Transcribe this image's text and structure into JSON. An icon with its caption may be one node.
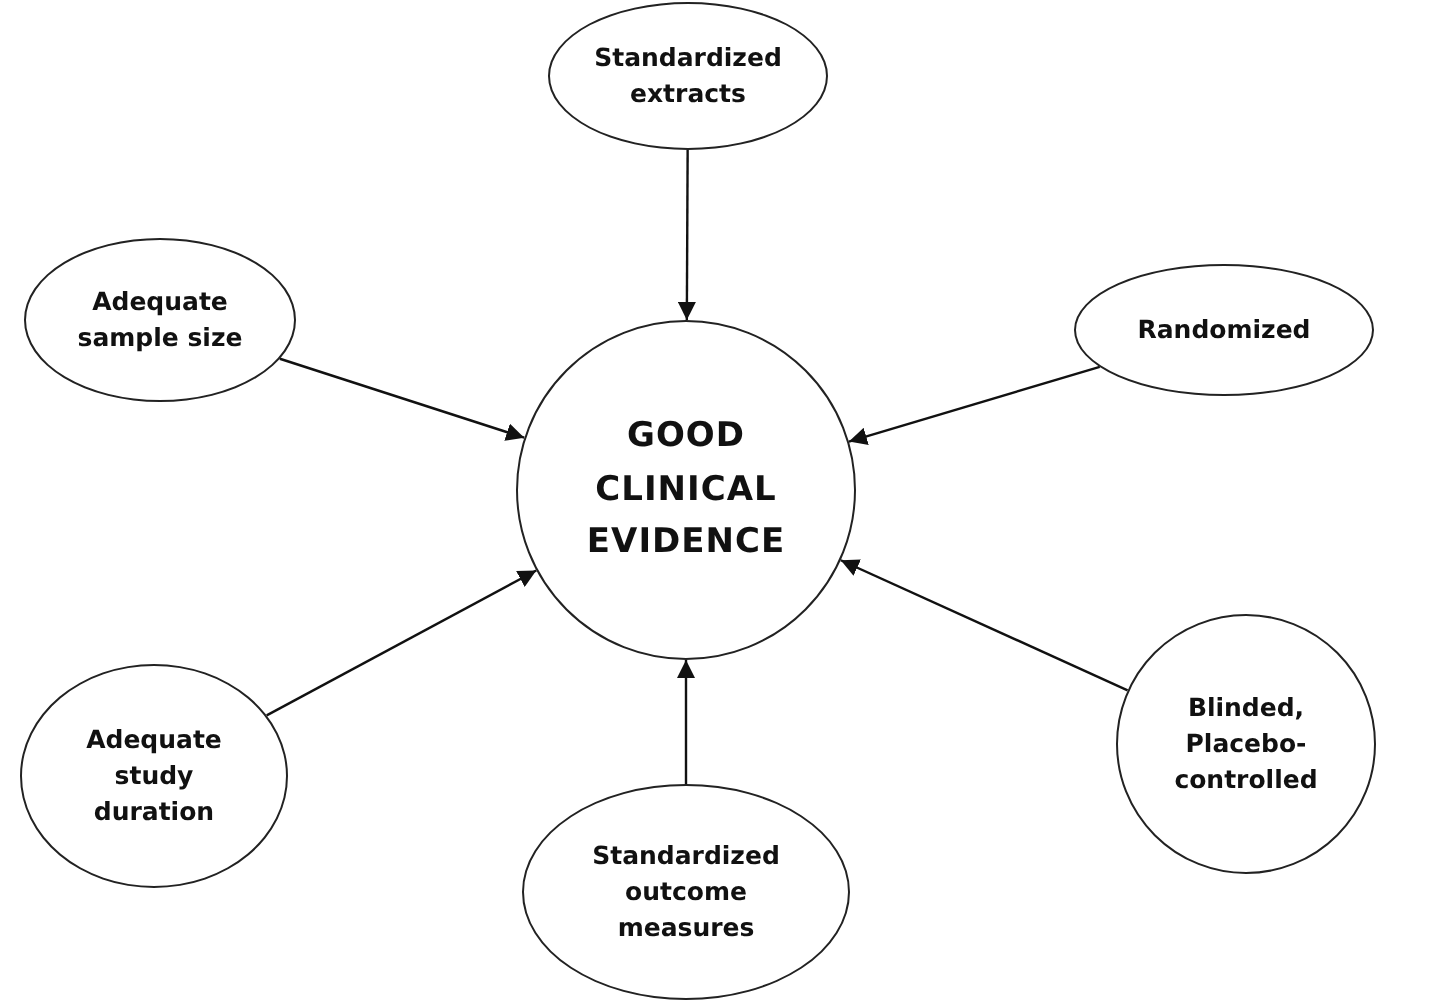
{
  "diagram": {
    "nodes": [
      {
        "text": [
          "GOOD CLINICAL EVIDENCE"
        ]
      },
      {
        "text": [
          "Standardized extracts"
        ]
      },
      {
        "text": [
          "Adequate sample size"
        ]
      },
      {
        "text": [
          "Randomized"
        ]
      },
      {
        "text": [
          "Adequate study duration"
        ]
      },
      {
        "text": [
          "Standardized outcome measures"
        ]
      },
      {
        "text": [
          "Blinded, Placebo-controlled"
        ]
      }
    ],
    "edges": [
      {
        "from": 1,
        "to": 0,
        "arrow": "to"
      },
      {
        "from": 2,
        "to": 0,
        "arrow": "to"
      },
      {
        "from": 3,
        "to": 0,
        "arrow": "to"
      },
      {
        "from": 4,
        "to": 0,
        "arrow": "to"
      },
      {
        "from": 5,
        "to": 0,
        "arrow": "to"
      },
      {
        "from": 6,
        "to": 0,
        "arrow": "to"
      }
    ]
  }
}
